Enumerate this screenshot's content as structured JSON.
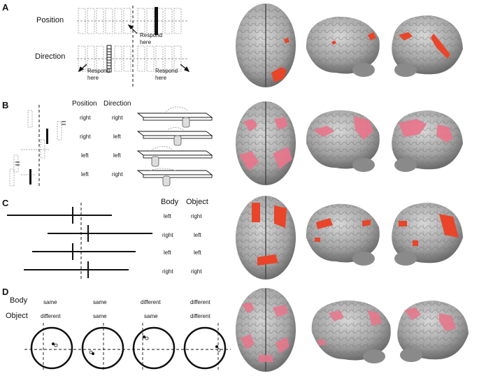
{
  "figure": {
    "panel_letters": [
      "A",
      "B",
      "C",
      "D"
    ],
    "panel_a": {
      "row_labels": [
        "Position",
        "Direction"
      ],
      "respond_labels": [
        "Respond here",
        "Respond here",
        "Respond here"
      ]
    },
    "panel_b": {
      "headers": [
        "Position",
        "Direction"
      ],
      "rows": [
        [
          "right",
          "right"
        ],
        [
          "right",
          "left"
        ],
        [
          "left",
          "left"
        ],
        [
          "left",
          "right"
        ]
      ]
    },
    "panel_c": {
      "headers": [
        "Body",
        "Object"
      ],
      "rows": [
        [
          "left",
          "right"
        ],
        [
          "right",
          "left"
        ],
        [
          "left",
          "left"
        ],
        [
          "right",
          "right"
        ]
      ]
    },
    "panel_d": {
      "row_labels": [
        "Body",
        "Object"
      ],
      "body": [
        "same",
        "same",
        "different",
        "different"
      ],
      "object": [
        "different",
        "same",
        "same",
        "different"
      ]
    },
    "colors": {
      "activation_red": "#e8452a",
      "activation_pink": "#e9748a",
      "brain_gray": "#a9a9a9"
    }
  }
}
